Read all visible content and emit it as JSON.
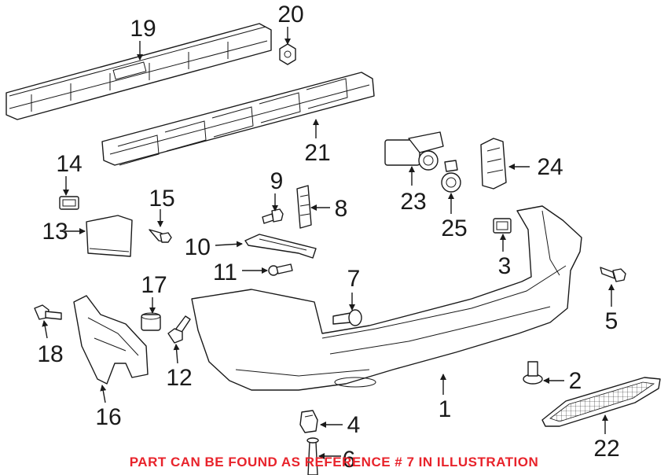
{
  "callouts": {
    "c1": "1",
    "c2": "2",
    "c3": "3",
    "c4": "4",
    "c5": "5",
    "c6": "6",
    "c7": "7",
    "c8": "8",
    "c9": "9",
    "c10": "10",
    "c11": "11",
    "c12": "12",
    "c13": "13",
    "c14": "14",
    "c15": "15",
    "c16": "16",
    "c17": "17",
    "c18": "18",
    "c19": "19",
    "c20": "20",
    "c21": "21",
    "c22": "22",
    "c23": "23",
    "c24": "24",
    "c25": "25"
  },
  "banner": {
    "text": "PART CAN BE FOUND AS REFERENCE # 7 IN ILLUSTRATION",
    "color": "#e8232b"
  },
  "highlighted_reference": "7"
}
